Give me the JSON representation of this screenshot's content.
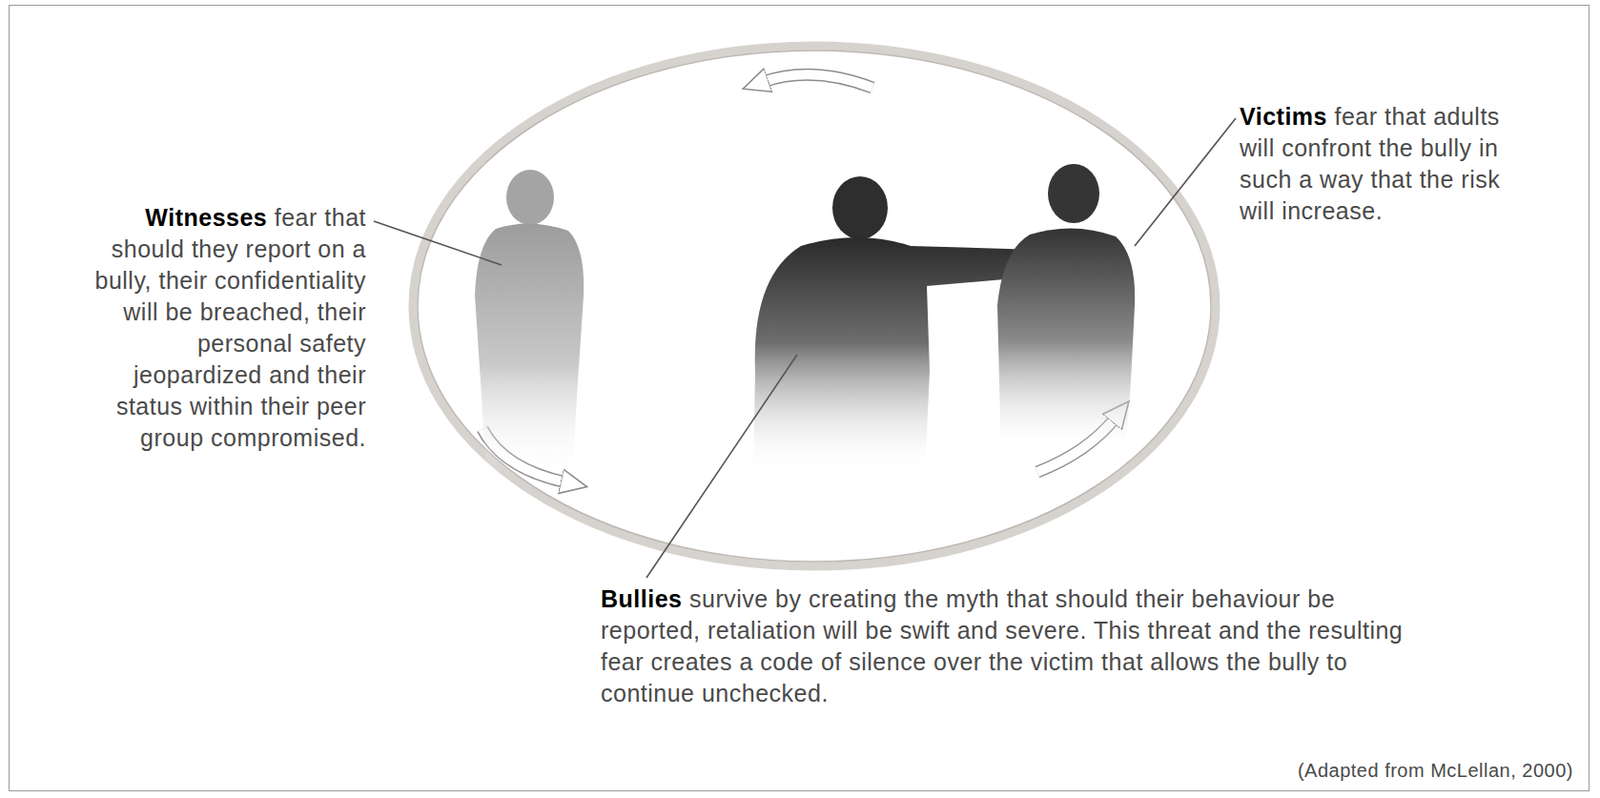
{
  "diagram": {
    "labels": [
      "Witnesses",
      "fear that should they report on a bully, their confidentiality will be breached, their personal safety jeopardized and their status within their peer group compromised.",
      "Victims",
      "fear that adults will confront the bully in such a way that the risk will increase.",
      "Bullies",
      "survive by creating the myth that should their behaviour be reported, retaliation will be swift and severe. This threat and the resulting fear creates a code of silence over the victim that allows the bully to continue unchecked.",
      "(Adapted from McLellan, 2000)"
    ]
  }
}
